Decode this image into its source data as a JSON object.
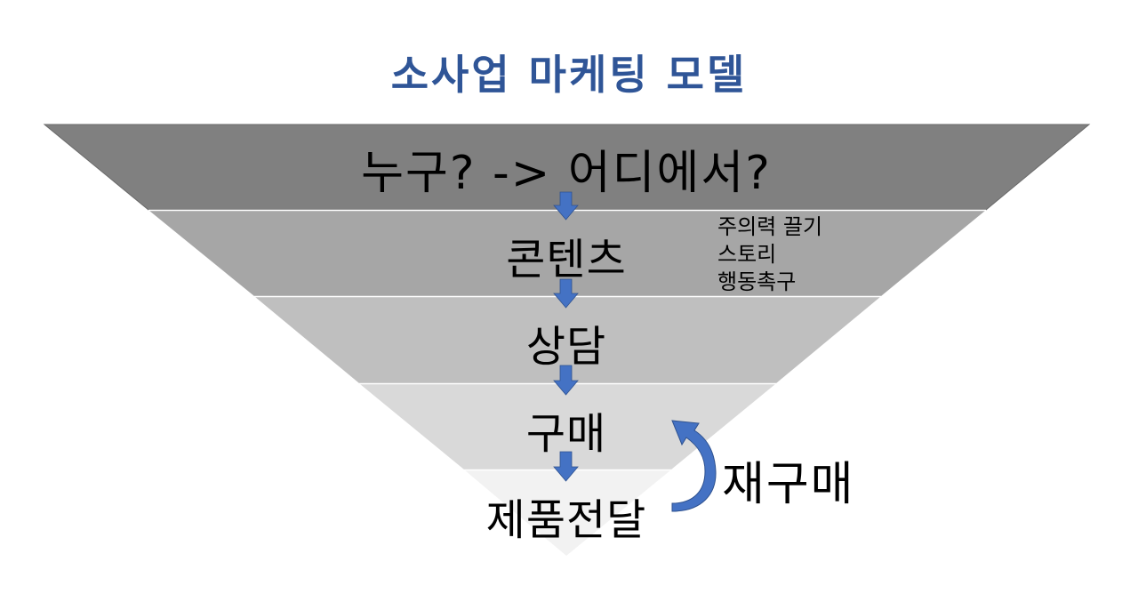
{
  "title": "소사업 마케팅 모델",
  "colors": {
    "title": "#2f5597",
    "arrow": "#4472c4",
    "band_1": "#808080",
    "band_2": "#a6a6a6",
    "band_3": "#bfbfbf",
    "band_4": "#d9d9d9",
    "band_5": "#f2f2f2"
  },
  "funnel": {
    "stages": [
      {
        "label": "누구? -> 어디에서?"
      },
      {
        "label": "콘텐츠"
      },
      {
        "label": "상담"
      },
      {
        "label": "구매"
      },
      {
        "label": "제품전달"
      }
    ],
    "content_notes": [
      "주의력 끌기",
      "스토리",
      "행동촉구"
    ],
    "loop_label": "재구매"
  }
}
